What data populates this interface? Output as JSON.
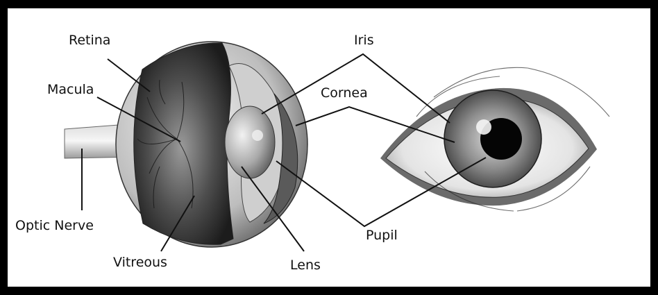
{
  "labels": {
    "retina": "Retina",
    "macula": "Macula",
    "optic_nerve": "Optic Nerve",
    "vitreous": "Vitreous",
    "iris": "Iris",
    "cornea": "Cornea",
    "pupil": "Pupil",
    "lens": "Lens"
  },
  "colors": {
    "frame": "#000000",
    "background": "#ffffff",
    "leader_line": "#111111"
  }
}
